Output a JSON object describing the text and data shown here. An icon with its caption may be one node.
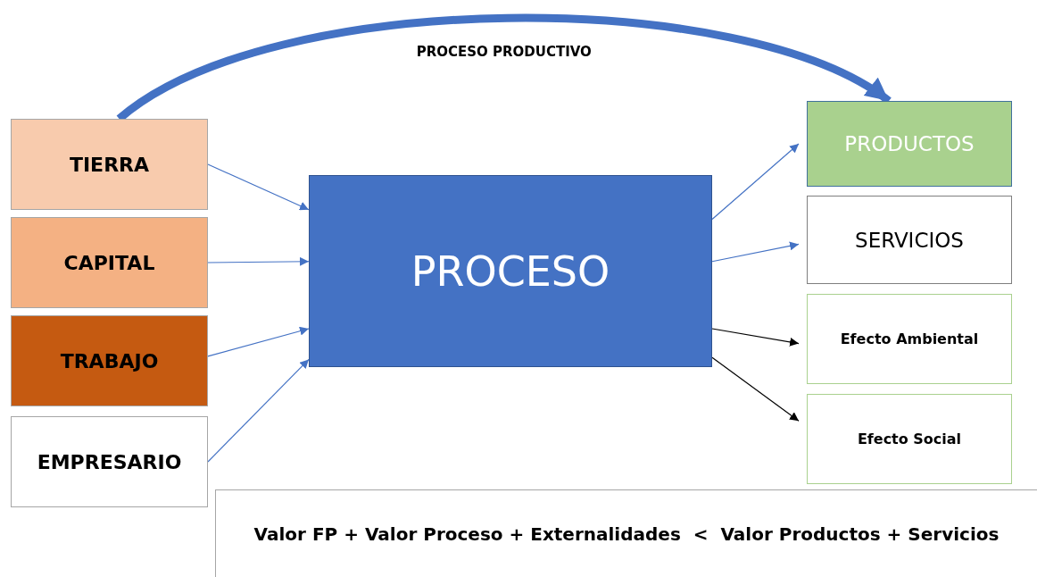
{
  "diagram": {
    "nodes": [
      {
        "text": [
          "TIERRA"
        ]
      },
      {
        "text": [
          "CAPITAL"
        ]
      },
      {
        "text": [
          "TRABAJO"
        ]
      },
      {
        "text": [
          "EMPRESARIO"
        ]
      },
      {
        "text": [
          "PROCESO"
        ]
      },
      {
        "text": [
          "PRODUCTOS"
        ]
      },
      {
        "text": [
          "SERVICIOS"
        ]
      },
      {
        "text": [
          "Efecto Ambiental"
        ]
      },
      {
        "text": [
          "Efecto Social"
        ]
      },
      {
        "text": [
          "Valor FP + Valor Proceso + Externalidades  <  Valor Productos + Servicios"
        ]
      }
    ],
    "edges": [
      {
        "from": 0,
        "to": 5,
        "arrow": "to",
        "label": "PROCESO PRODUCTIVO",
        "style": "thick"
      },
      {
        "from": 0,
        "to": 4,
        "arrow": "to"
      },
      {
        "from": 1,
        "to": 4,
        "arrow": "to"
      },
      {
        "from": 2,
        "to": 4,
        "arrow": "to"
      },
      {
        "from": 3,
        "to": 4,
        "arrow": "to"
      },
      {
        "from": 4,
        "to": 5,
        "arrow": "to"
      },
      {
        "from": 4,
        "to": 6,
        "arrow": "to"
      },
      {
        "from": 4,
        "to": 7,
        "arrow": "to",
        "color": "#000000"
      },
      {
        "from": 4,
        "to": 8,
        "arrow": "to",
        "color": "#000000"
      }
    ]
  }
}
